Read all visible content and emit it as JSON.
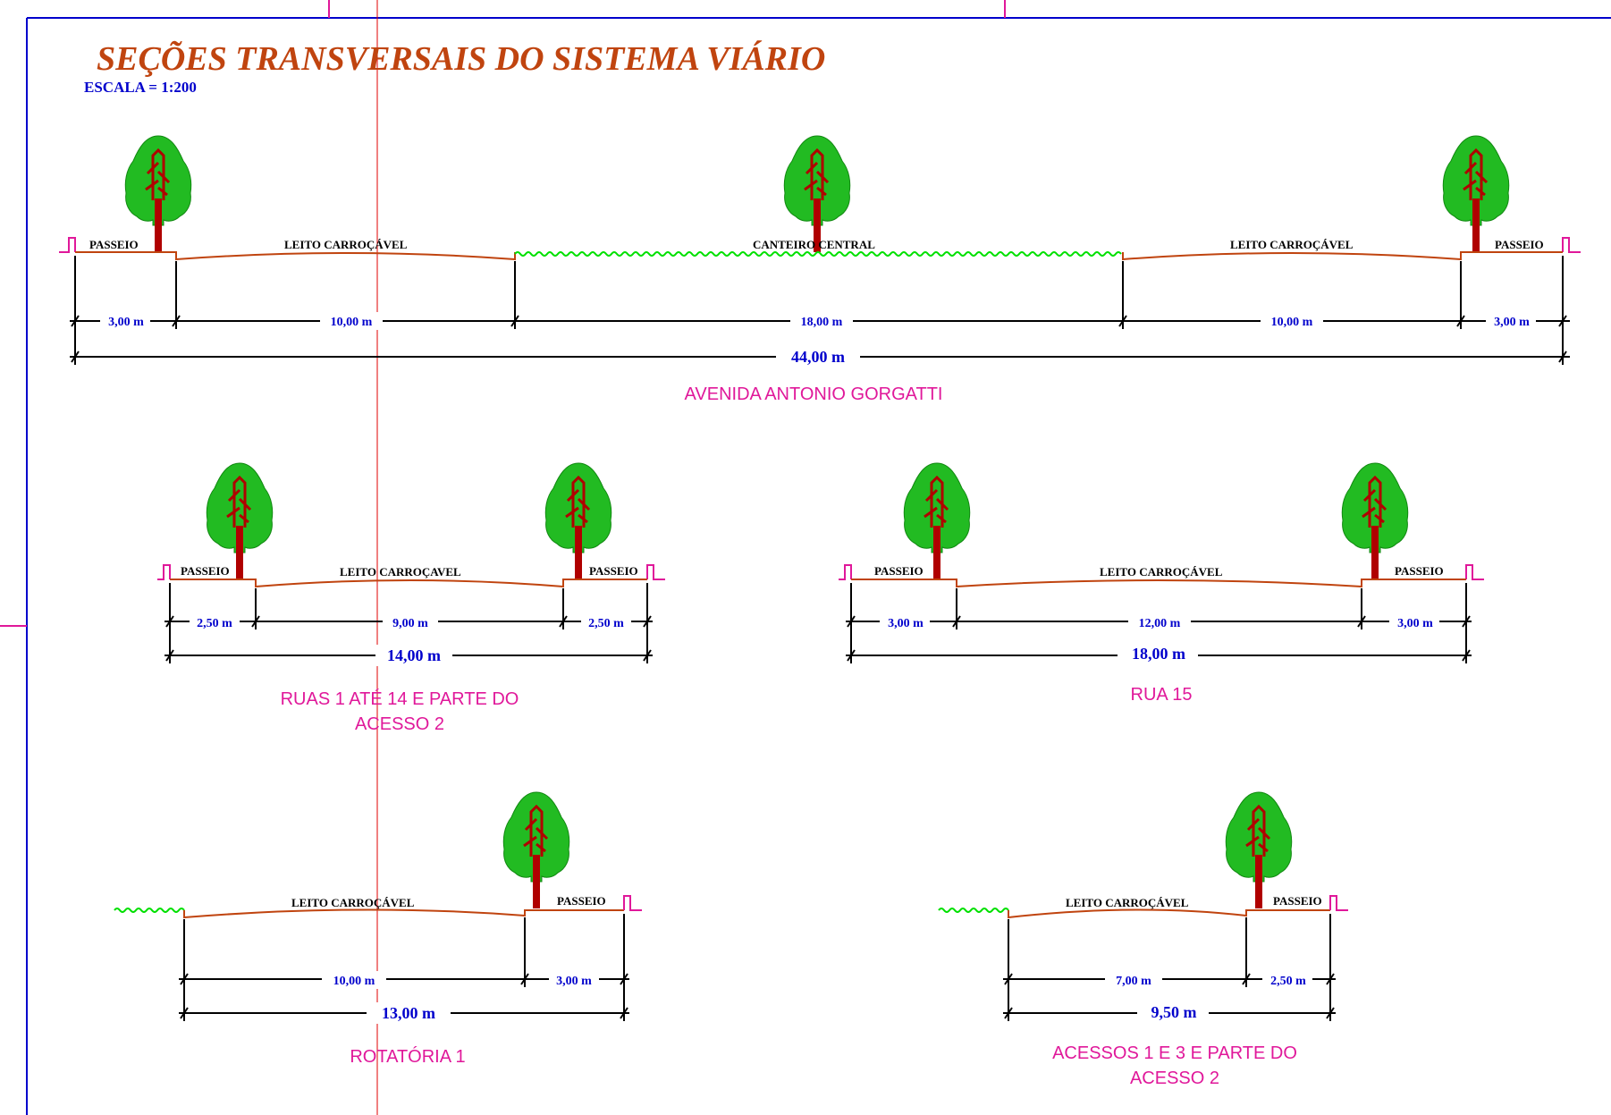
{
  "title": "SEÇÕES TRANSVERSAIS DO SISTEMA VIÁRIO",
  "scale": "ESCALA = 1:200",
  "labels": {
    "passeio": "PASSEIO",
    "leito": "LEITO CARROÇÁVEL",
    "leito_alt": "LEITO CARROÇAVEL",
    "canteiro": "CANTEIRO CENTRAL"
  },
  "sections": [
    {
      "name": "AVENIDA ANTONIO GORGATTI",
      "parts": [
        "3,00 m",
        "10,00 m",
        "18,00 m",
        "10,00 m",
        "3,00 m"
      ],
      "total": "44,00 m"
    },
    {
      "name_line1": "RUAS 1 ATÉ 14 E PARTE DO",
      "name_line2": "ACESSO 2",
      "parts": [
        "2,50 m",
        "9,00 m",
        "2,50 m"
      ],
      "total": "14,00 m"
    },
    {
      "name": "RUA 15",
      "parts": [
        "3,00 m",
        "12,00 m",
        "3,00 m"
      ],
      "total": "18,00 m"
    },
    {
      "name": "ROTATÓRIA 1",
      "parts": [
        "10,00 m",
        "3,00 m"
      ],
      "total": "13,00 m"
    },
    {
      "name_line1": "ACESSOS 1 E 3 E PARTE DO",
      "name_line2": "ACESSO 2",
      "parts": [
        "7,00 m",
        "2,50 m"
      ],
      "total": "9,50 m"
    }
  ],
  "colors": {
    "road": "#c0440f",
    "curb": "#e0189a",
    "grass": "#00e000",
    "tree_crown": "#22bb22",
    "tree_trunk": "#b00000",
    "dimension_text": "#0000cc",
    "frame": "#0000cc",
    "guide": "#e00000"
  }
}
